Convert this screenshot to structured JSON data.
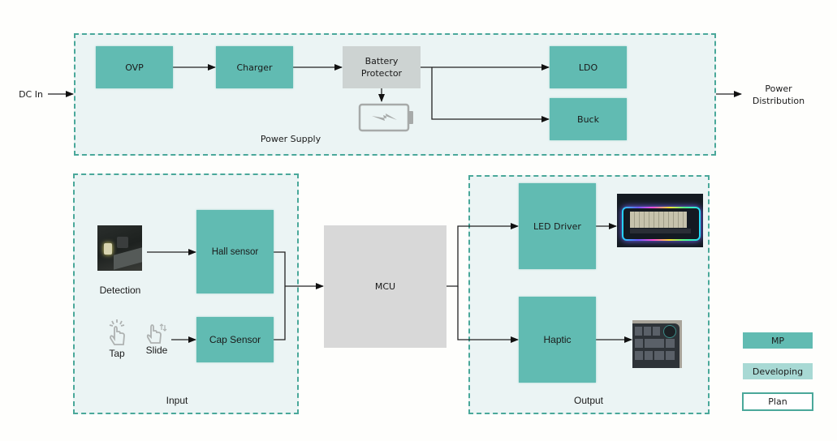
{
  "external": {
    "dc_in": "DC In",
    "power_distribution_line1": "Power",
    "power_distribution_line2": "Distribution"
  },
  "groups": {
    "power_supply": "Power Supply",
    "input": "Input",
    "output": "Output"
  },
  "blocks": {
    "ovp": "OVP",
    "charger": "Charger",
    "battery_protector_line1": "Battery",
    "battery_protector_line2": "Protector",
    "ldo": "LDO",
    "buck": "Buck",
    "hall_sensor": "Hall sensor",
    "cap_sensor": "Cap Sensor",
    "mcu": "MCU",
    "led_driver": "LED Driver",
    "haptic": "Haptic"
  },
  "input_items": {
    "detection": "Detection",
    "tap": "Tap",
    "slide": "Slide"
  },
  "icons": {
    "battery": "battery-charging-icon",
    "tap": "tap-gesture-icon",
    "slide": "slide-gesture-icon",
    "detection_image": "hall-switch-photo",
    "rgb_keyboard_image": "rgb-keyboard-photo",
    "haptic_keyboard_image": "haptic-keyboard-photo"
  },
  "legend": [
    {
      "label": "MP",
      "color": "#61bbb2"
    },
    {
      "label": "Developing",
      "color": "#a8d9d4"
    },
    {
      "label": "Plan",
      "color": "#ffffff",
      "border": "#4aa89a"
    }
  ],
  "colors": {
    "mp": "#61bbb2",
    "developing": "#a8d9d4",
    "group_border": "#4aa89a",
    "group_fill": "#ebf4f4",
    "in_progress_gray": "#cdd3d2",
    "mcu_gray": "#d8d8d8"
  }
}
